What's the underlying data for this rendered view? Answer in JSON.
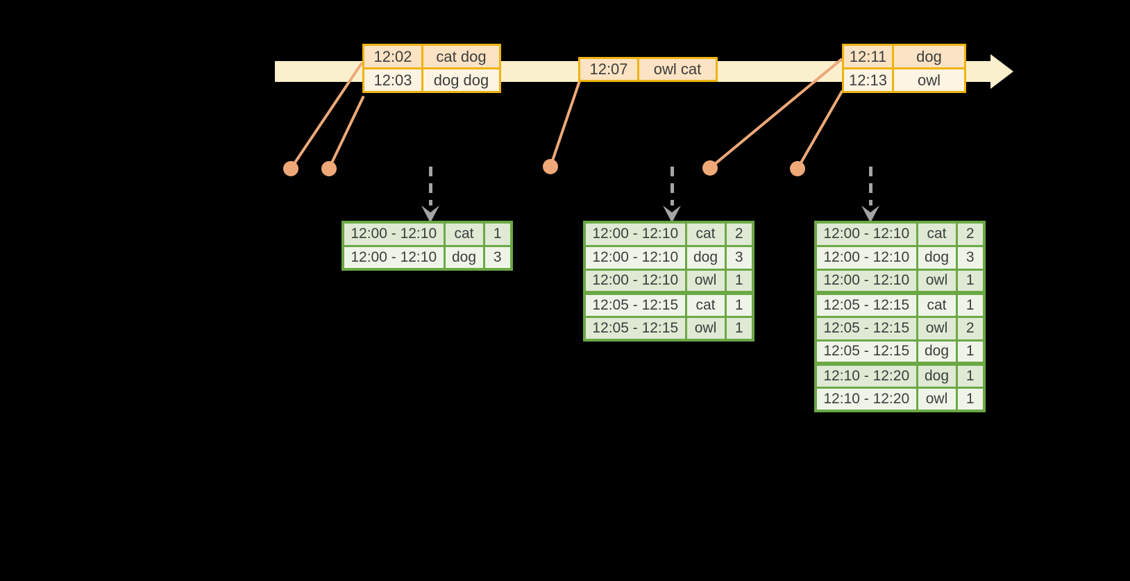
{
  "colors": {
    "background": "#000000",
    "timeline_fill": "#fbf0cd",
    "event_table_border": "#efb310",
    "event_row_peach": "#fbe3c4",
    "event_row_cream": "#fdf4e3",
    "connector_salmon": "#efa878",
    "trigger_arrow_gray": "#a5a5a5",
    "result_table_border": "#6ba845",
    "result_row_dark": "#dfe9d4",
    "result_row_light": "#eff4e9",
    "text": "#3d3d3d"
  },
  "icons": {
    "timeline": "right-block-arrow",
    "trigger": "dashed-down-arrow",
    "event_marker": "filled-dot"
  },
  "event_tables": [
    {
      "rows": [
        {
          "time": "12:02",
          "words": "cat dog"
        },
        {
          "time": "12:03",
          "words": "dog dog"
        }
      ]
    },
    {
      "rows": [
        {
          "time": "12:07",
          "words": "owl cat"
        }
      ]
    },
    {
      "rows": [
        {
          "time": "12:11",
          "words": "dog"
        },
        {
          "time": "12:13",
          "words": "owl"
        }
      ]
    }
  ],
  "result_tables": [
    {
      "rows": [
        {
          "window": "12:00 - 12:10",
          "word": "cat",
          "count": "1"
        },
        {
          "window": "12:00 - 12:10",
          "word": "dog",
          "count": "3"
        }
      ]
    },
    {
      "rows": [
        {
          "window": "12:00 - 12:10",
          "word": "cat",
          "count": "2"
        },
        {
          "window": "12:00 - 12:10",
          "word": "dog",
          "count": "3"
        },
        {
          "window": "12:00 - 12:10",
          "word": "owl",
          "count": "1"
        },
        {
          "window": "12:05 - 12:15",
          "word": "cat",
          "count": "1"
        },
        {
          "window": "12:05 - 12:15",
          "word": "owl",
          "count": "1"
        }
      ]
    },
    {
      "rows": [
        {
          "window": "12:00 - 12:10",
          "word": "cat",
          "count": "2"
        },
        {
          "window": "12:00 - 12:10",
          "word": "dog",
          "count": "3"
        },
        {
          "window": "12:00 - 12:10",
          "word": "owl",
          "count": "1"
        },
        {
          "window": "12:05 - 12:15",
          "word": "cat",
          "count": "1"
        },
        {
          "window": "12:05 - 12:15",
          "word": "owl",
          "count": "2"
        },
        {
          "window": "12:05 - 12:15",
          "word": "dog",
          "count": "1"
        },
        {
          "window": "12:10 - 12:20",
          "word": "dog",
          "count": "1"
        },
        {
          "window": "12:10 - 12:20",
          "word": "owl",
          "count": "1"
        }
      ]
    }
  ]
}
